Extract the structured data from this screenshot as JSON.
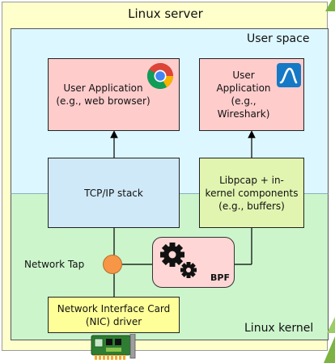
{
  "server": {
    "label": "Linux server"
  },
  "user_space": {
    "label": "User space"
  },
  "kernel_space": {
    "label": "Linux kernel"
  },
  "boxes": {
    "app_browser": {
      "label": "User Application (e.g., web browser)",
      "icon": "chrome-icon"
    },
    "app_wireshark": {
      "label": "User Application (e.g., Wireshark)",
      "icon": "wireshark-icon"
    },
    "tcpip": {
      "label": "TCP/IP stack"
    },
    "libpcap": {
      "label": "Libpcap + in-kernel components (e.g., buffers)"
    },
    "bpf": {
      "label": "BPF",
      "icon": "gears-icon"
    },
    "nic": {
      "label": "Network Interface Card (NIC) driver",
      "icon": "network-card-icon"
    }
  },
  "tap": {
    "label": "Network Tap"
  },
  "colors": {
    "server_bg": "#ffffcc",
    "user_space_bg": "#dcf7ff",
    "kernel_space_bg": "#ccf5cc",
    "app_box": "#ffcccc",
    "tcpip_box": "#cfe9f8",
    "libpcap_box": "#e1f5b0",
    "nic_box": "#ffff99",
    "tap": "#f79646"
  }
}
